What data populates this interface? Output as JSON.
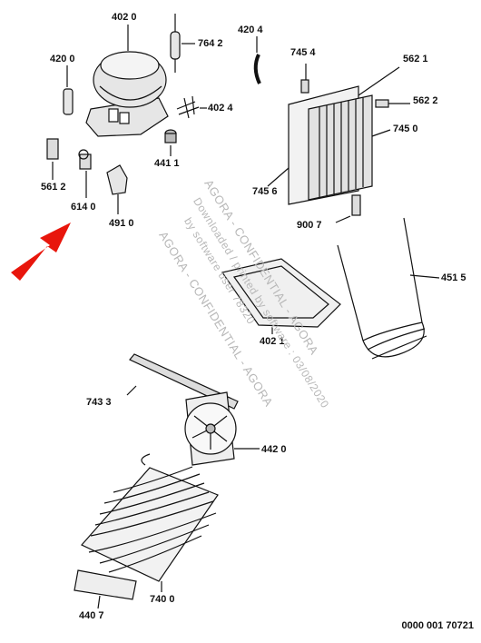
{
  "labels": {
    "p4020": "402 0",
    "p7642": "764 2",
    "p4204": "420 4",
    "p7454": "745 4",
    "p5621": "562 1",
    "p4200": "420 0",
    "p4024": "402 4",
    "p5622": "562 2",
    "p7450": "745 0",
    "p4411": "441 1",
    "p5612": "561 2",
    "p6140": "614 0",
    "p4910": "491 0",
    "p7456": "745 6",
    "p9007": "900 7",
    "p4515": "451 5",
    "p4021": "402 1",
    "p7433": "743 3",
    "p4420": "442 0",
    "p4407": "440 7",
    "p7400": "740 0"
  },
  "watermark": {
    "line1": "AGORA - CONFIDENTIAL - AGORA",
    "line2": "Downloaded / printed by software : 03/08/2020",
    "line3": "by software user 78320",
    "line4": "AGORA - CONFIDENTIAL - AGORA"
  },
  "doc_number": "0000 001 70721",
  "colors": {
    "arrow": "#e8160c",
    "ink": "#111111",
    "watermark": "#b8b8b8"
  }
}
